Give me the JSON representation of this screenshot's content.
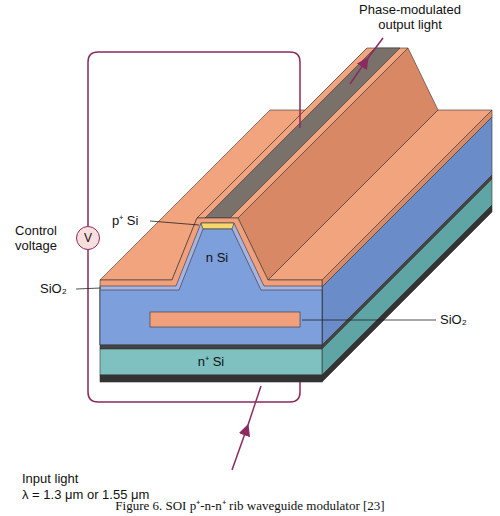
{
  "diagram": {
    "caption": "Figure 6. SOI p⁺-n-n⁺ rib waveguide modulator [23]",
    "nodes": [
      {
        "text": [
          "V"
        ]
      }
    ],
    "labels": [
      "Phase-modulated output light",
      "Control voltage",
      "p⁺ Si",
      "n Si",
      "SiO₂",
      "SiO₂",
      "n⁺ Si",
      "Input light",
      "λ = 1.3 μm or 1.55 μm"
    ]
  }
}
